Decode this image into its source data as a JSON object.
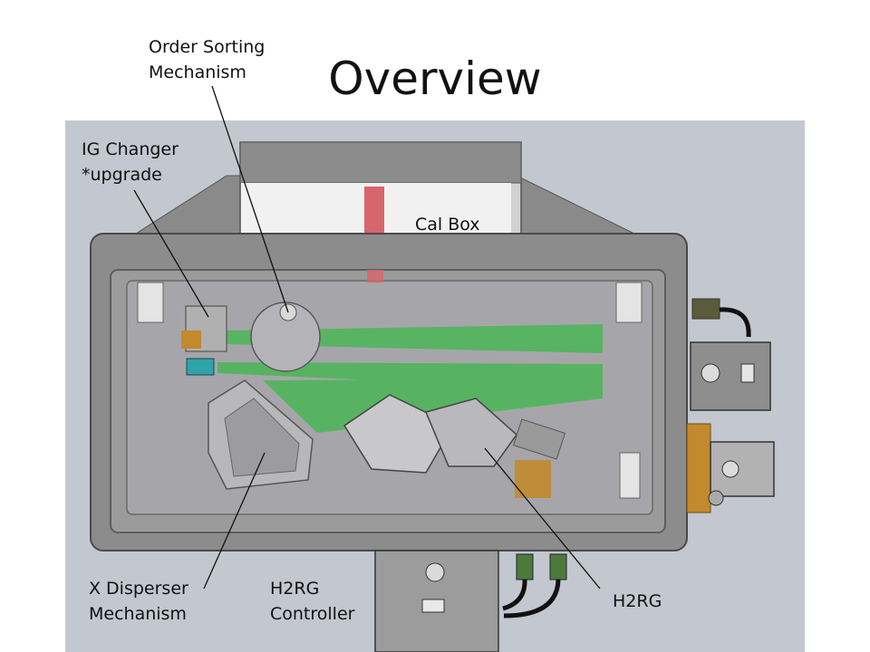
{
  "slide": {
    "title": "Overview"
  },
  "labels": {
    "order_sorting": "Order Sorting\nMechanism",
    "ig_changer": "IG Changer\n*upgrade",
    "cal_box": "Cal Box",
    "x_disperser": "X Disperser\nMechanism",
    "h2rg_controller": "H2RG\nController",
    "h2rg": "H2RG"
  },
  "colors": {
    "background_panel": "#c3c7d0",
    "housing": "#8c8c8c",
    "housing_dark": "#5e5e5e",
    "inner_plate": "#a6a6aa",
    "light_path": "#3db84a",
    "cal_beam": "#d7656c",
    "brass": "#c28a2c",
    "connector_green": "#4d7a3a"
  }
}
